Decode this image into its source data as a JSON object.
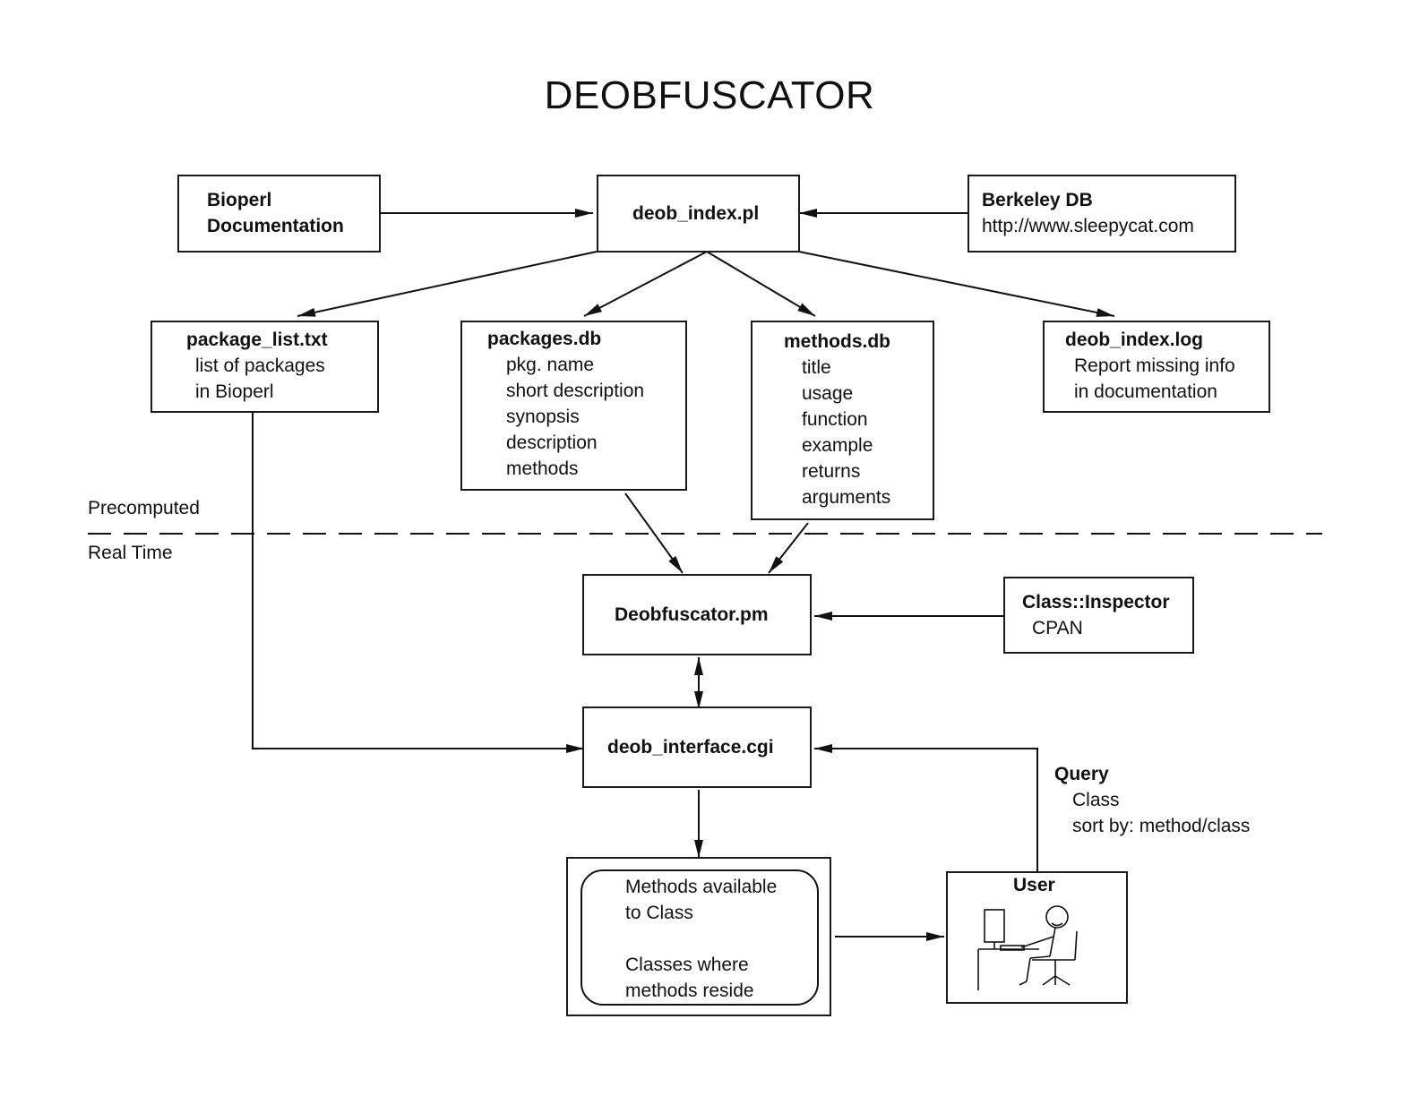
{
  "title": "DEOBFUSCATOR",
  "bioperl_doc": {
    "line1": "Bioperl",
    "line2": "Documentation"
  },
  "deob_index": {
    "name": "deob_index.pl"
  },
  "berkeley_db": {
    "name": "Berkeley DB",
    "url": "http://www.sleepycat.com"
  },
  "package_list": {
    "name": "package_list.txt",
    "lines": [
      "list of packages",
      "in Bioperl"
    ]
  },
  "packages_db": {
    "name": "packages.db",
    "fields": [
      "pkg. name",
      "short description",
      "synopsis",
      "description",
      "methods"
    ]
  },
  "methods_db": {
    "name": "methods.db",
    "fields": [
      "title",
      "usage",
      "function",
      "example",
      "returns",
      "arguments"
    ]
  },
  "deob_log": {
    "name": "deob_index.log",
    "lines": [
      "Report missing info",
      "in documentation"
    ]
  },
  "sections": {
    "precomputed": "Precomputed",
    "realtime": "Real Time"
  },
  "deobfuscator_pm": {
    "name": "Deobfuscator.pm"
  },
  "class_inspector": {
    "name": "Class::Inspector",
    "source": "CPAN"
  },
  "deob_interface": {
    "name": "deob_interface.cgi"
  },
  "query": {
    "title": "Query",
    "line1": "Class",
    "line2": "sort by:  method/class"
  },
  "output": {
    "lines": [
      "Methods available",
      "to Class",
      "",
      "Classes where",
      "methods reside"
    ]
  },
  "user": {
    "label": "User",
    "icon": "user-at-computer-icon"
  }
}
